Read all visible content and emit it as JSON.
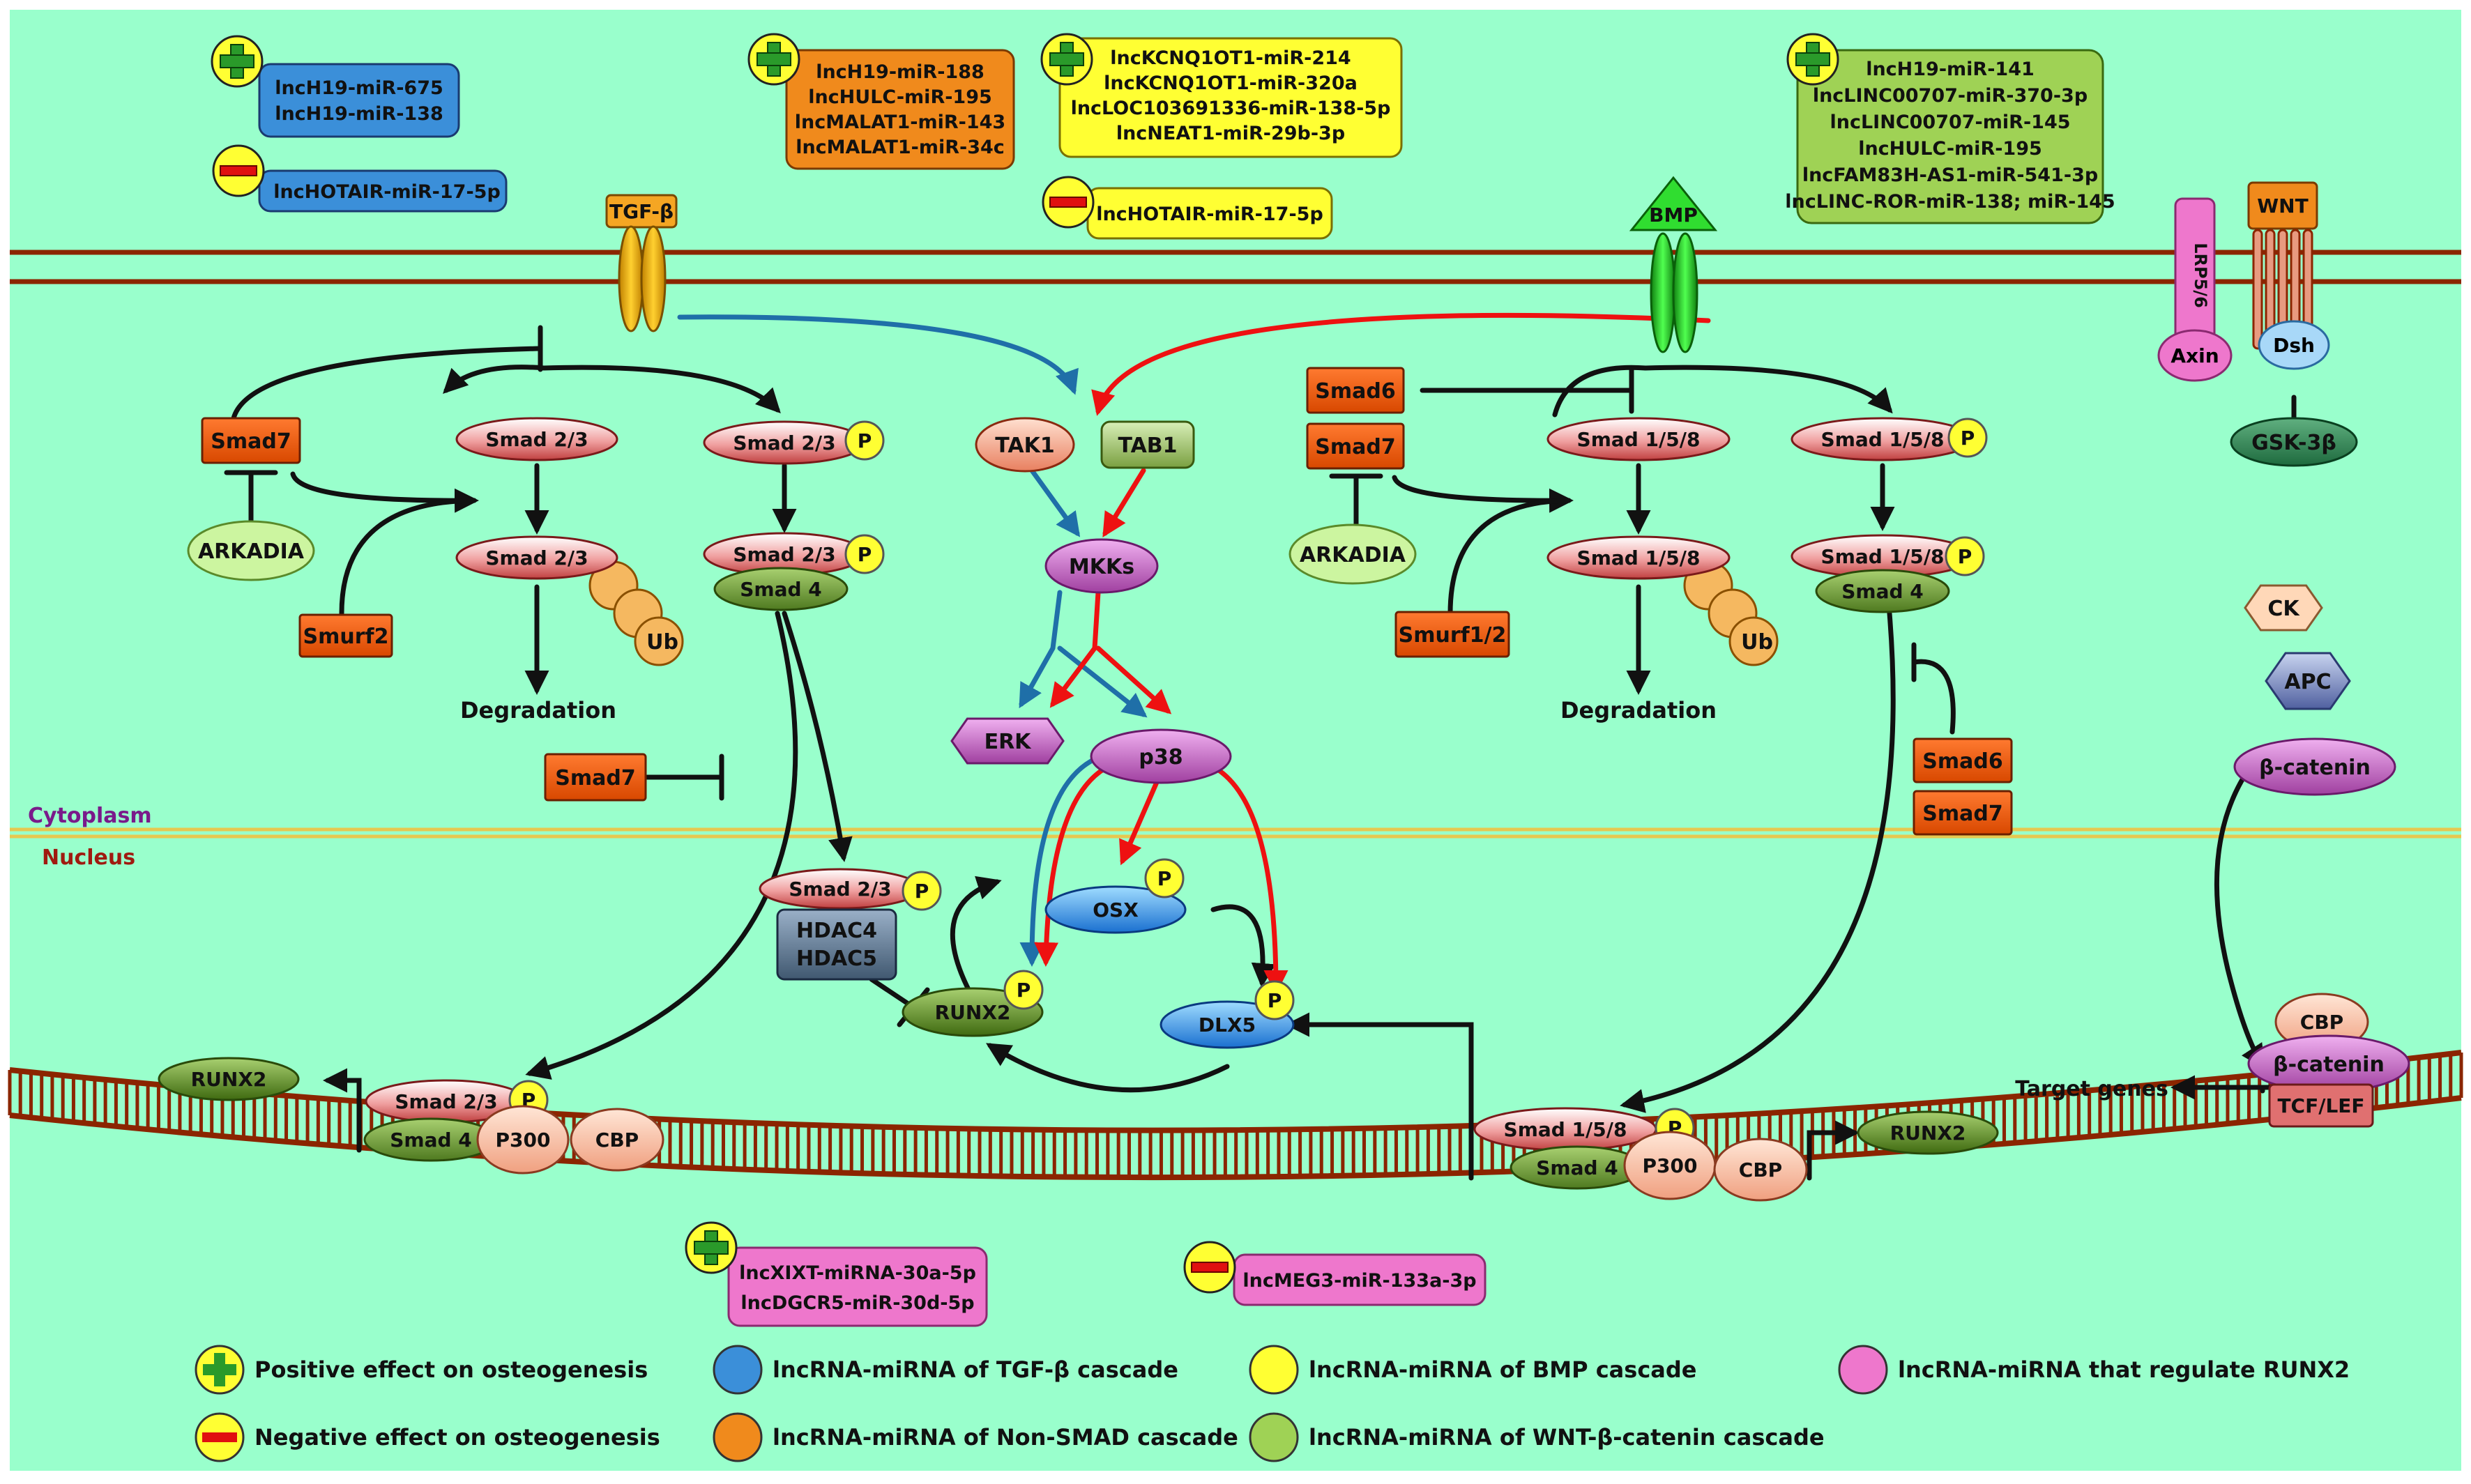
{
  "compartments": {
    "cytoplasm": "Cytoplasm",
    "nucleus": "Nucleus"
  },
  "ligands": {
    "tgfb": "TGF-β",
    "bmp": "BMP",
    "wnt": "WNT",
    "lrp": "LRP5/6"
  },
  "boxes": {
    "tgfb_pos": [
      "lncH19-miR-675",
      "lncH19-miR-138"
    ],
    "tgfb_neg": [
      "lncHOTAIR-miR-17-5p"
    ],
    "nonsmad_pos": [
      "lncH19-miR-188",
      "lncHULC-miR-195",
      "lncMALAT1-miR-143",
      "lncMALAT1-miR-34c"
    ],
    "bmp_pos": [
      "lncKCNQ1OT1-miR-214",
      "lncKCNQ1OT1-miR-320a",
      "lncLOC103691336-miR-138-5p",
      "lncNEAT1-miR-29b-3p"
    ],
    "bmp_neg": [
      "lncHOTAIR-miR-17-5p"
    ],
    "wnt_pos": [
      "lncH19-miR-141",
      "lncLINC00707-miR-370-3p",
      "lncLINC00707-miR-145",
      "lncHULC-miR-195",
      "lncFAM83H-AS1-miR-541-3p",
      "lncLINC-ROR-miR-138; miR-145"
    ],
    "runx_pos": [
      "lncXIXT-miRNA-30a-5p",
      "lncDGCR5-miR-30d-5p"
    ],
    "runx_neg": [
      "lncMEG3-miR-133a-3p"
    ]
  },
  "nodes": {
    "smad7": "Smad7",
    "smad6": "Smad6",
    "arkadia": "ARKADIA",
    "smurf2": "Smurf2",
    "smurf12": "Smurf1/2",
    "smad23": "Smad 2/3",
    "smad158": "Smad 1/5/8",
    "smad4": "Smad 4",
    "p": "P",
    "ub": "Ub",
    "degradation": "Degradation",
    "tak1": "TAK1",
    "tab1": "TAB1",
    "mkks": "MKKs",
    "erk": "ERK",
    "p38": "p38",
    "osx": "OSX",
    "runx2": "RUNX2",
    "dlx5": "DLX5",
    "hdac4": "HDAC4",
    "hdac5": "HDAC5",
    "p300": "P300",
    "cbp": "CBP",
    "axin": "Axin",
    "dsh": "Dsh",
    "gsk": "GSK-3β",
    "ck": "CK",
    "apc": "APC",
    "bcat": "β-catenin",
    "tcf": "TCF/LEF",
    "target": "Target genes"
  },
  "legend": [
    {
      "label": "Positive effect on osteogenesis",
      "kind": "plus"
    },
    {
      "label": "Negative effect on osteogenesis",
      "kind": "minus"
    },
    {
      "label": "lncRNA-miRNA of TGF-β cascade",
      "color": "#3b8fd9"
    },
    {
      "label": "lncRNA-miRNA of Non-SMAD cascade",
      "color": "#f08a1c"
    },
    {
      "label": "lncRNA-miRNA of BMP cascade",
      "color": "#ffff33"
    },
    {
      "label": "lncRNA-miRNA of WNT-β-catenin cascade",
      "color": "#9fd255"
    },
    {
      "label": "lncRNA-miRNA that regulate RUNX2",
      "color": "#ee77cc"
    }
  ],
  "colors": {
    "background": "#99ffcc",
    "membrane": "#8b2500",
    "tgf_box": "#3b8fd9",
    "nonsmad_box": "#f08a1c",
    "bmp_box": "#ffff33",
    "wnt_box": "#9fd255",
    "runx_box": "#ee77cc",
    "blue_arrow": "#1f6fa8",
    "red_arrow": "#ee1111",
    "smad_inhib": "#ff5500"
  }
}
